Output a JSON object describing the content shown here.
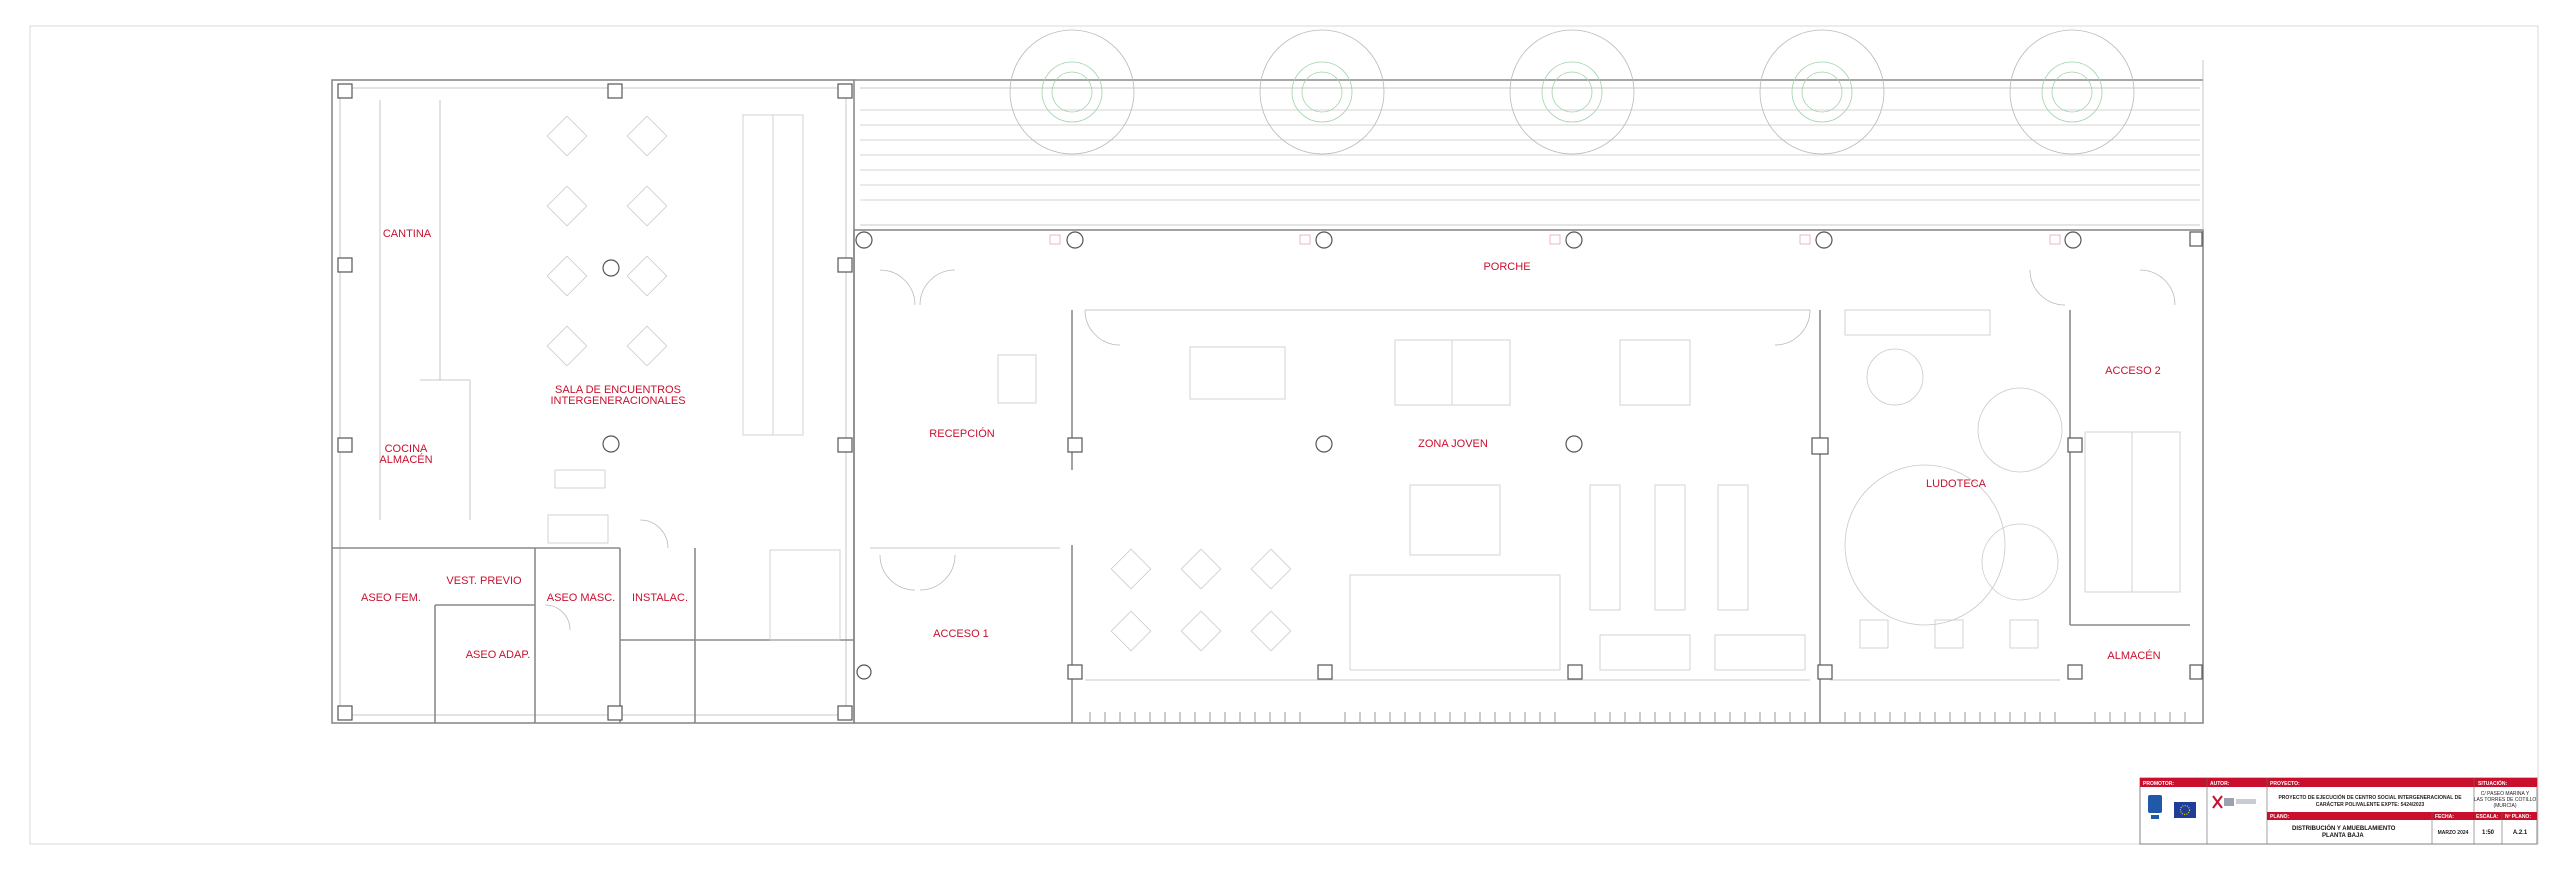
{
  "rooms": {
    "cantina": "CANTINA",
    "sala_line1": "SALA DE ENCUENTROS",
    "sala_line2": "INTERGENERACIONALES",
    "cocina_line1": "COCINA",
    "cocina_line2": "ALMACÉN",
    "aseo_fem": "ASEO FEM.",
    "vest_previo": "VEST. PREVIO",
    "aseo_masc": "ASEO MASC.",
    "instalac": "INSTALAC.",
    "aseo_adap": "ASEO ADAP.",
    "recepcion": "RECEPCIÓN",
    "acceso_1": "ACCESO 1",
    "porche": "PORCHE",
    "zona_joven": "ZONA JOVEN",
    "acceso_2": "ACCESO 2",
    "ludoteca": "LUDOTECA",
    "almacen": "ALMACÉN"
  },
  "title_block": {
    "promotor_label": "PROMOTOR:",
    "autor_label": "AUTOR:",
    "proyecto_label": "PROYECTO:",
    "situacion_label": "SITUACIÓN:",
    "project_line1": "PROYECTO DE EJECUCIÓN DE CENTRO SOCIAL INTERGENERACIONAL DE",
    "project_line2": "CARÁCTER POLIVALENTE EXPTE: 5424/2023",
    "situacion_line1": "C/ PASEO MARINA Y",
    "situacion_line2": "LAS TORRES DE COTILLO",
    "situacion_line3": "(MURCIA)",
    "plano_label": "PLANO:",
    "fecha_label": "FECHA:",
    "escala_label": "ESCALA:",
    "nplano_label": "Nº PLANO:",
    "plano_line1": "DISTRIBUCIÓN Y AMUEBLAMIENTO",
    "plano_line2": "PLANTA BAJA",
    "fecha": "MARZO 2024",
    "escala": "1:50",
    "nplano": "A.2.1",
    "accent": "#c8102e"
  },
  "colors": {
    "annotation": "#c8102e",
    "walls": "#8a8a8a",
    "furniture": "#c9c9c9",
    "trees": "#9fd3a9"
  }
}
